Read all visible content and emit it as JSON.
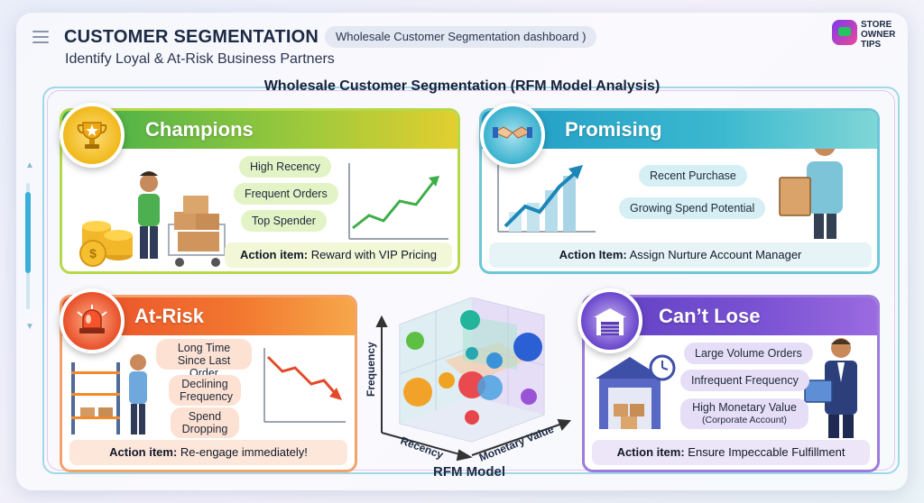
{
  "header": {
    "title": "CUSTOMER SEGMENTATION",
    "pill": "Wholesale Customer Segmentation  dashboard )",
    "subtitle": "Identify Loyal & At-Risk Business Partners",
    "logo_line1": "STORE",
    "logo_line2": "OWNER",
    "logo_line3": "TIPS"
  },
  "main_title": "Wholesale Customer Segmentation (RFM Model Analysis)",
  "segments": {
    "champions": {
      "title": "Champions",
      "tags": [
        "High Recency",
        "Frequent Orders",
        "Top Spender"
      ],
      "action_prefix": "Action item:",
      "action_text": " Reward with VIP Pricing",
      "color": "#3fae4a"
    },
    "promising": {
      "title": "Promising",
      "tags": [
        "Recent Purchase",
        "Growing Spend Potential"
      ],
      "action_prefix": "Action Item:",
      "action_text": " Assign Nurture Account Manager",
      "color": "#1f9bc5"
    },
    "at_risk": {
      "title": "At-Risk",
      "tags": [
        "Long Time Since Last Order",
        "Declining Frequency",
        "Spend Dropping"
      ],
      "action_prefix": "Action item:",
      "action_text": " Re-engage immediately!",
      "color": "#ea4b2a"
    },
    "cant_lose": {
      "title": "Can’t Lose",
      "tags": [
        "Large Volume Orders",
        "Infrequent Frequency",
        "High Monetary Value"
      ],
      "tag_note": "(Corporate Account)",
      "action_prefix": "Action item:",
      "action_text": " Ensure Impeccable Fulfillment",
      "color": "#5f3fc2"
    }
  },
  "rfm": {
    "title": "RFM Model",
    "axis_frequency": "Frequency",
    "axis_recency": "Recency",
    "axis_monetary": "Monetary Value"
  },
  "icons": {
    "champions": "trophy-icon",
    "promising": "handshake-icon",
    "at_risk": "alarm-light-icon",
    "cant_lose": "warehouse-icon"
  }
}
